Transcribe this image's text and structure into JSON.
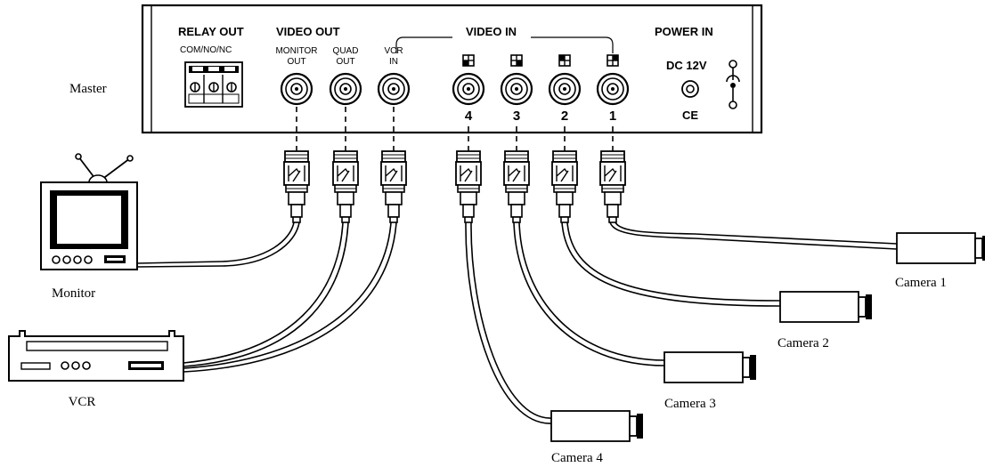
{
  "panel": {
    "relay_out": "RELAY OUT",
    "relay_sub": "COM/NO/NC",
    "video_out": "VIDEO OUT",
    "monitor_out_1": "MONITOR",
    "monitor_out_2": "OUT",
    "quad_out_1": "QUAD",
    "quad_out_2": "OUT",
    "vcr_in_1": "VCR",
    "vcr_in_2": "IN",
    "video_in": "VIDEO IN",
    "power_in": "POWER IN",
    "dc": "DC 12V",
    "ce": "CE",
    "inputs": [
      "4",
      "3",
      "2",
      "1"
    ]
  },
  "labels": {
    "master": "Master",
    "monitor": "Monitor",
    "vcr": "VCR",
    "camera1": "Camera 1",
    "camera2": "Camera 2",
    "camera3": "Camera 3",
    "camera4": "Camera 4"
  }
}
